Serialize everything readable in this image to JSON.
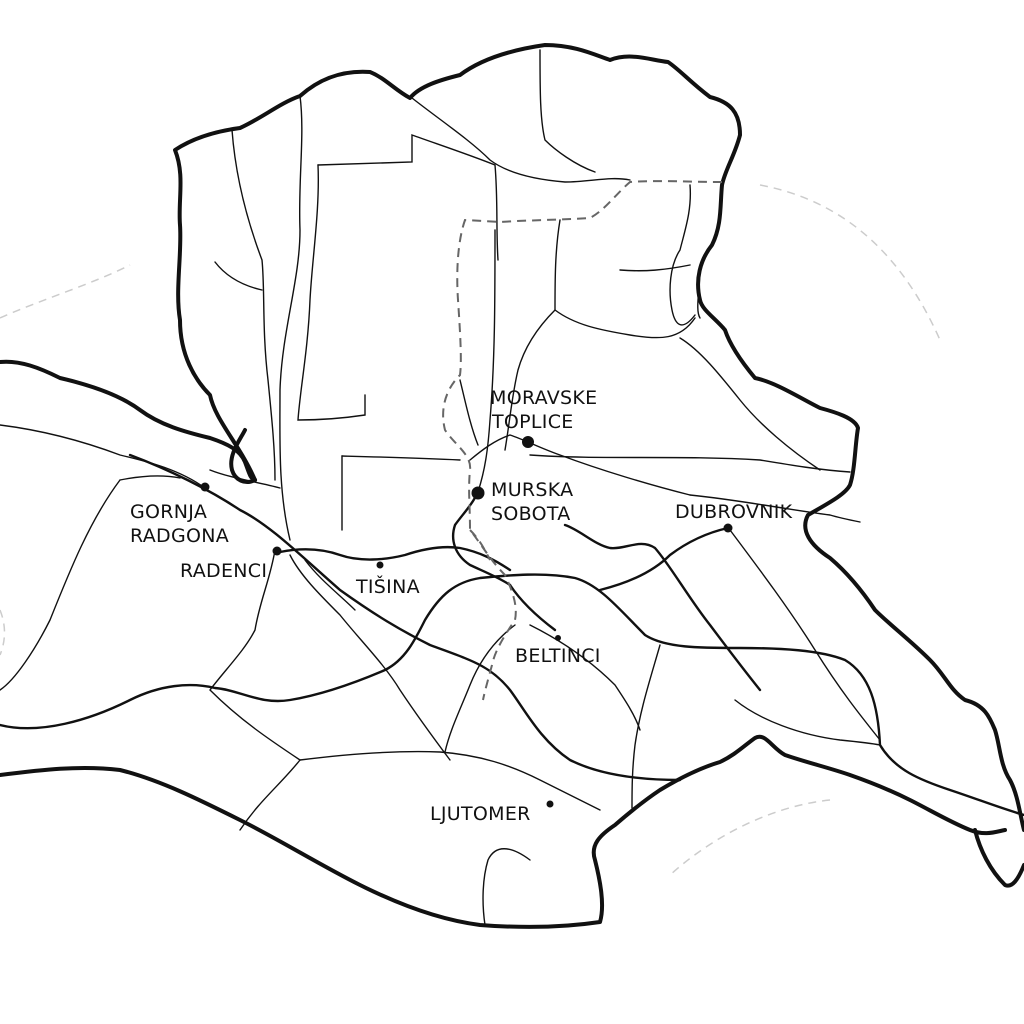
{
  "map": {
    "colors": {
      "ink": "#111111",
      "dashed": "#666666",
      "faint": "#cccccc",
      "background": "#ffffff"
    },
    "places": [
      {
        "id": "moravske-toplice",
        "lines": [
          "MORAVSKE",
          "TOPLICE"
        ]
      },
      {
        "id": "murska-sobota",
        "lines": [
          "MURSKA",
          "SOBOTA"
        ]
      },
      {
        "id": "gornja-radgona",
        "lines": [
          "GORNJA",
          "RADGONA"
        ]
      },
      {
        "id": "dubrovnik",
        "lines": [
          "DUBROVNIK"
        ]
      },
      {
        "id": "radenci",
        "lines": [
          "RADENCI"
        ]
      },
      {
        "id": "tisina",
        "lines": [
          "TIŠINA"
        ]
      },
      {
        "id": "beltinci",
        "lines": [
          "BELTINCI"
        ]
      },
      {
        "id": "ljutomer",
        "lines": [
          "LJUTOMER"
        ]
      }
    ]
  }
}
